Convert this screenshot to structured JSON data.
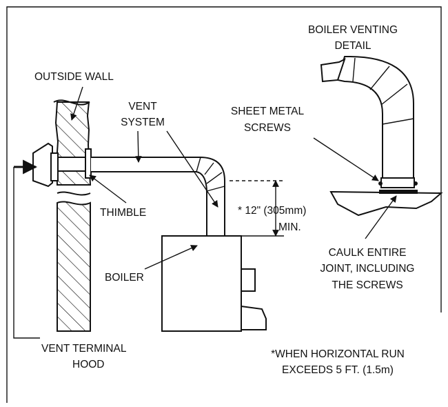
{
  "labels": {
    "detail_title_1": "BOILER VENTING",
    "detail_title_2": "DETAIL",
    "outside_wall": "OUTSIDE WALL",
    "vent_system_1": "VENT",
    "vent_system_2": "SYSTEM",
    "sheet_metal_1": "SHEET METAL",
    "sheet_metal_2": "SCREWS",
    "thimble": "THIMBLE",
    "dimension_1": "*  12\" (305mm)",
    "dimension_2": "MIN.",
    "caulk_1": "CAULK ENTIRE",
    "caulk_2": "JOINT, INCLUDING",
    "caulk_3": "THE SCREWS",
    "boiler": "BOILER",
    "vent_terminal_1": "VENT TERMINAL",
    "vent_terminal_2": "HOOD",
    "footnote_1": "*WHEN HORIZONTAL RUN",
    "footnote_2": "EXCEEDS 5 FT. (1.5m)"
  },
  "icons": [
    "arrow-icon"
  ]
}
